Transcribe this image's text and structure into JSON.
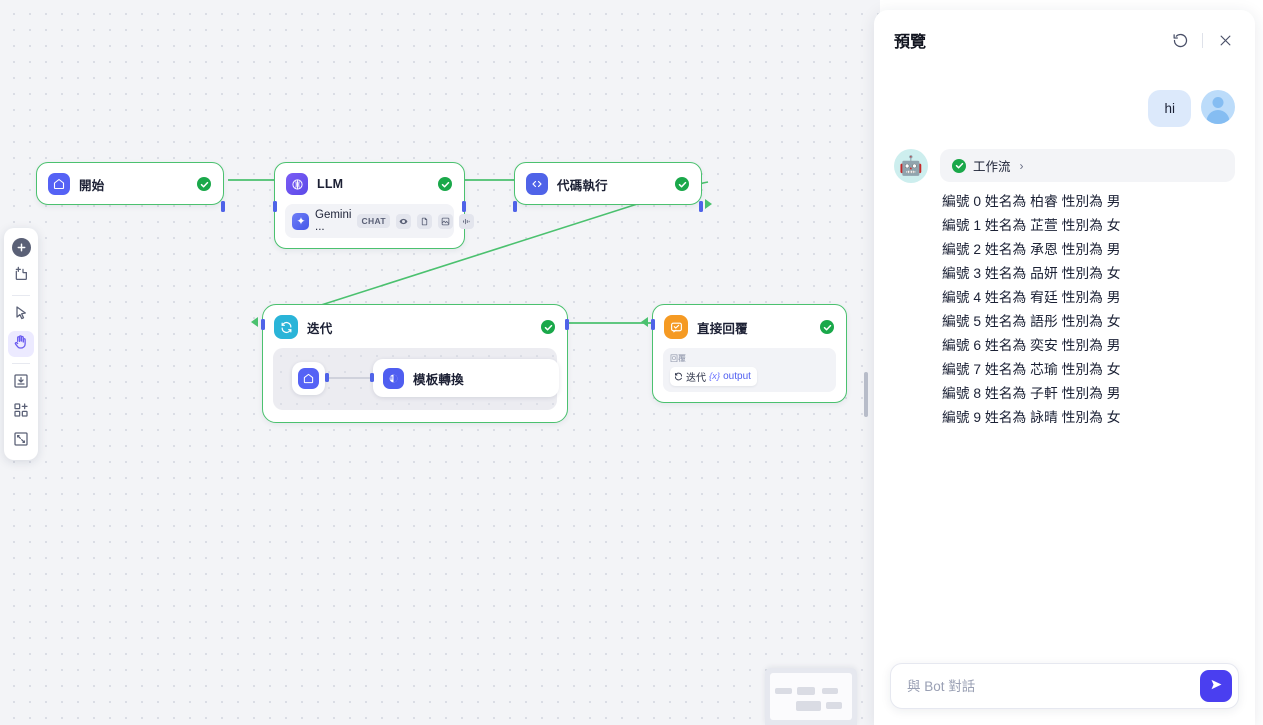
{
  "canvas": {
    "nodes": [
      {
        "id": "start",
        "title": "開始",
        "icon": "home-icon",
        "status": "success"
      },
      {
        "id": "llm",
        "title": "LLM",
        "icon": "llm-icon",
        "status": "success",
        "model": {
          "name": "Gemini ...",
          "tag": "CHAT",
          "capabilities": [
            "eye-icon",
            "document-icon",
            "image-icon",
            "audio-wave-icon"
          ]
        }
      },
      {
        "id": "code",
        "title": "代碼執行",
        "icon": "code-icon",
        "status": "success"
      },
      {
        "id": "iter",
        "title": "迭代",
        "icon": "loop-icon",
        "status": "success",
        "children": [
          {
            "id": "iter-start",
            "title": "",
            "icon": "home-icon"
          },
          {
            "id": "tpl",
            "title": "模板轉換",
            "icon": "template-icon"
          }
        ]
      },
      {
        "id": "reply",
        "title": "直接回覆",
        "icon": "reply-icon",
        "status": "success",
        "field_label": "回覆",
        "variable": {
          "source": "迭代",
          "name": "output",
          "prefix": "{x}"
        }
      }
    ]
  },
  "toolbar": {
    "items": [
      {
        "name": "add-node-button",
        "icon": "plus-circle-icon",
        "active": false
      },
      {
        "name": "add-note-button",
        "icon": "sticky-note-plus-icon",
        "active": false
      },
      {
        "name": "select-tool-button",
        "icon": "cursor-arrow-icon",
        "active": false
      },
      {
        "name": "pan-tool-button",
        "icon": "hand-icon",
        "active": true
      },
      {
        "name": "import-button",
        "icon": "import-box-icon",
        "active": false
      },
      {
        "name": "apps-button",
        "icon": "grid-plus-icon",
        "active": false
      },
      {
        "name": "fit-view-button",
        "icon": "fit-screen-icon",
        "active": false
      }
    ]
  },
  "minimap": {
    "name": "canvas-minimap"
  },
  "panel": {
    "title": "預覽",
    "actions": [
      {
        "name": "reset-conversation-button",
        "icon": "restore-icon"
      },
      {
        "name": "close-panel-button",
        "icon": "close-icon"
      }
    ],
    "messages": [
      {
        "role": "user",
        "text": "hi"
      },
      {
        "role": "bot",
        "avatar": "🤖",
        "workflow_chip": {
          "label": "工作流",
          "chevron": "›",
          "status": "success"
        },
        "lines": [
          "編號 0 姓名為 柏睿 性別為 男",
          "編號 1 姓名為 芷萱 性別為 女",
          "編號 2 姓名為 承恩 性別為 男",
          "編號 3 姓名為 品妍 性別為 女",
          "編號 4 姓名為 宥廷 性別為 男",
          "編號 5 姓名為 語彤 性別為 女",
          "編號 6 姓名為 奕安 性別為 男",
          "編號 7 姓名為 芯瑜 性別為 女",
          "編號 8 姓名為 子軒 性別為 男",
          "編號 9 姓名為 詠晴 性別為 女"
        ]
      }
    ],
    "composer": {
      "placeholder": "與 Bot 對話",
      "value": "",
      "send_label": "send-icon"
    }
  },
  "colors": {
    "node_border_success": "#4bc16f",
    "edge": "#4bc16f",
    "accent": "#4a3ff0",
    "status_green": "#1aa84a",
    "canvas_bg": "#f3f4f7"
  }
}
